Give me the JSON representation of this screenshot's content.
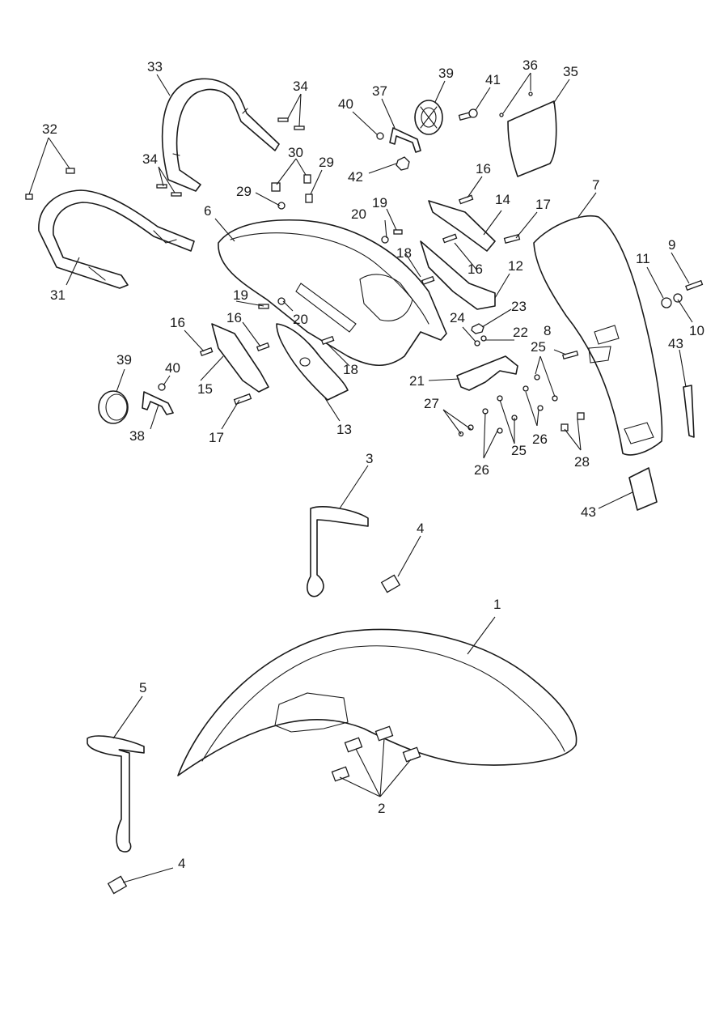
{
  "diagram": {
    "callouts": [
      "1",
      "2",
      "3",
      "4",
      "4",
      "5",
      "6",
      "7",
      "8",
      "9",
      "10",
      "11",
      "12",
      "13",
      "14",
      "15",
      "16",
      "16",
      "16",
      "16",
      "17",
      "17",
      "18",
      "18",
      "19",
      "19",
      "20",
      "20",
      "21",
      "22",
      "23",
      "24",
      "25",
      "25",
      "26",
      "26",
      "27",
      "28",
      "29",
      "29",
      "30",
      "31",
      "32",
      "33",
      "34",
      "34",
      "35",
      "36",
      "37",
      "38",
      "39",
      "39",
      "40",
      "40",
      "41",
      "42",
      "43",
      "43"
    ]
  },
  "colors": {
    "line": "#1a1a1a",
    "background": "#ffffff"
  }
}
